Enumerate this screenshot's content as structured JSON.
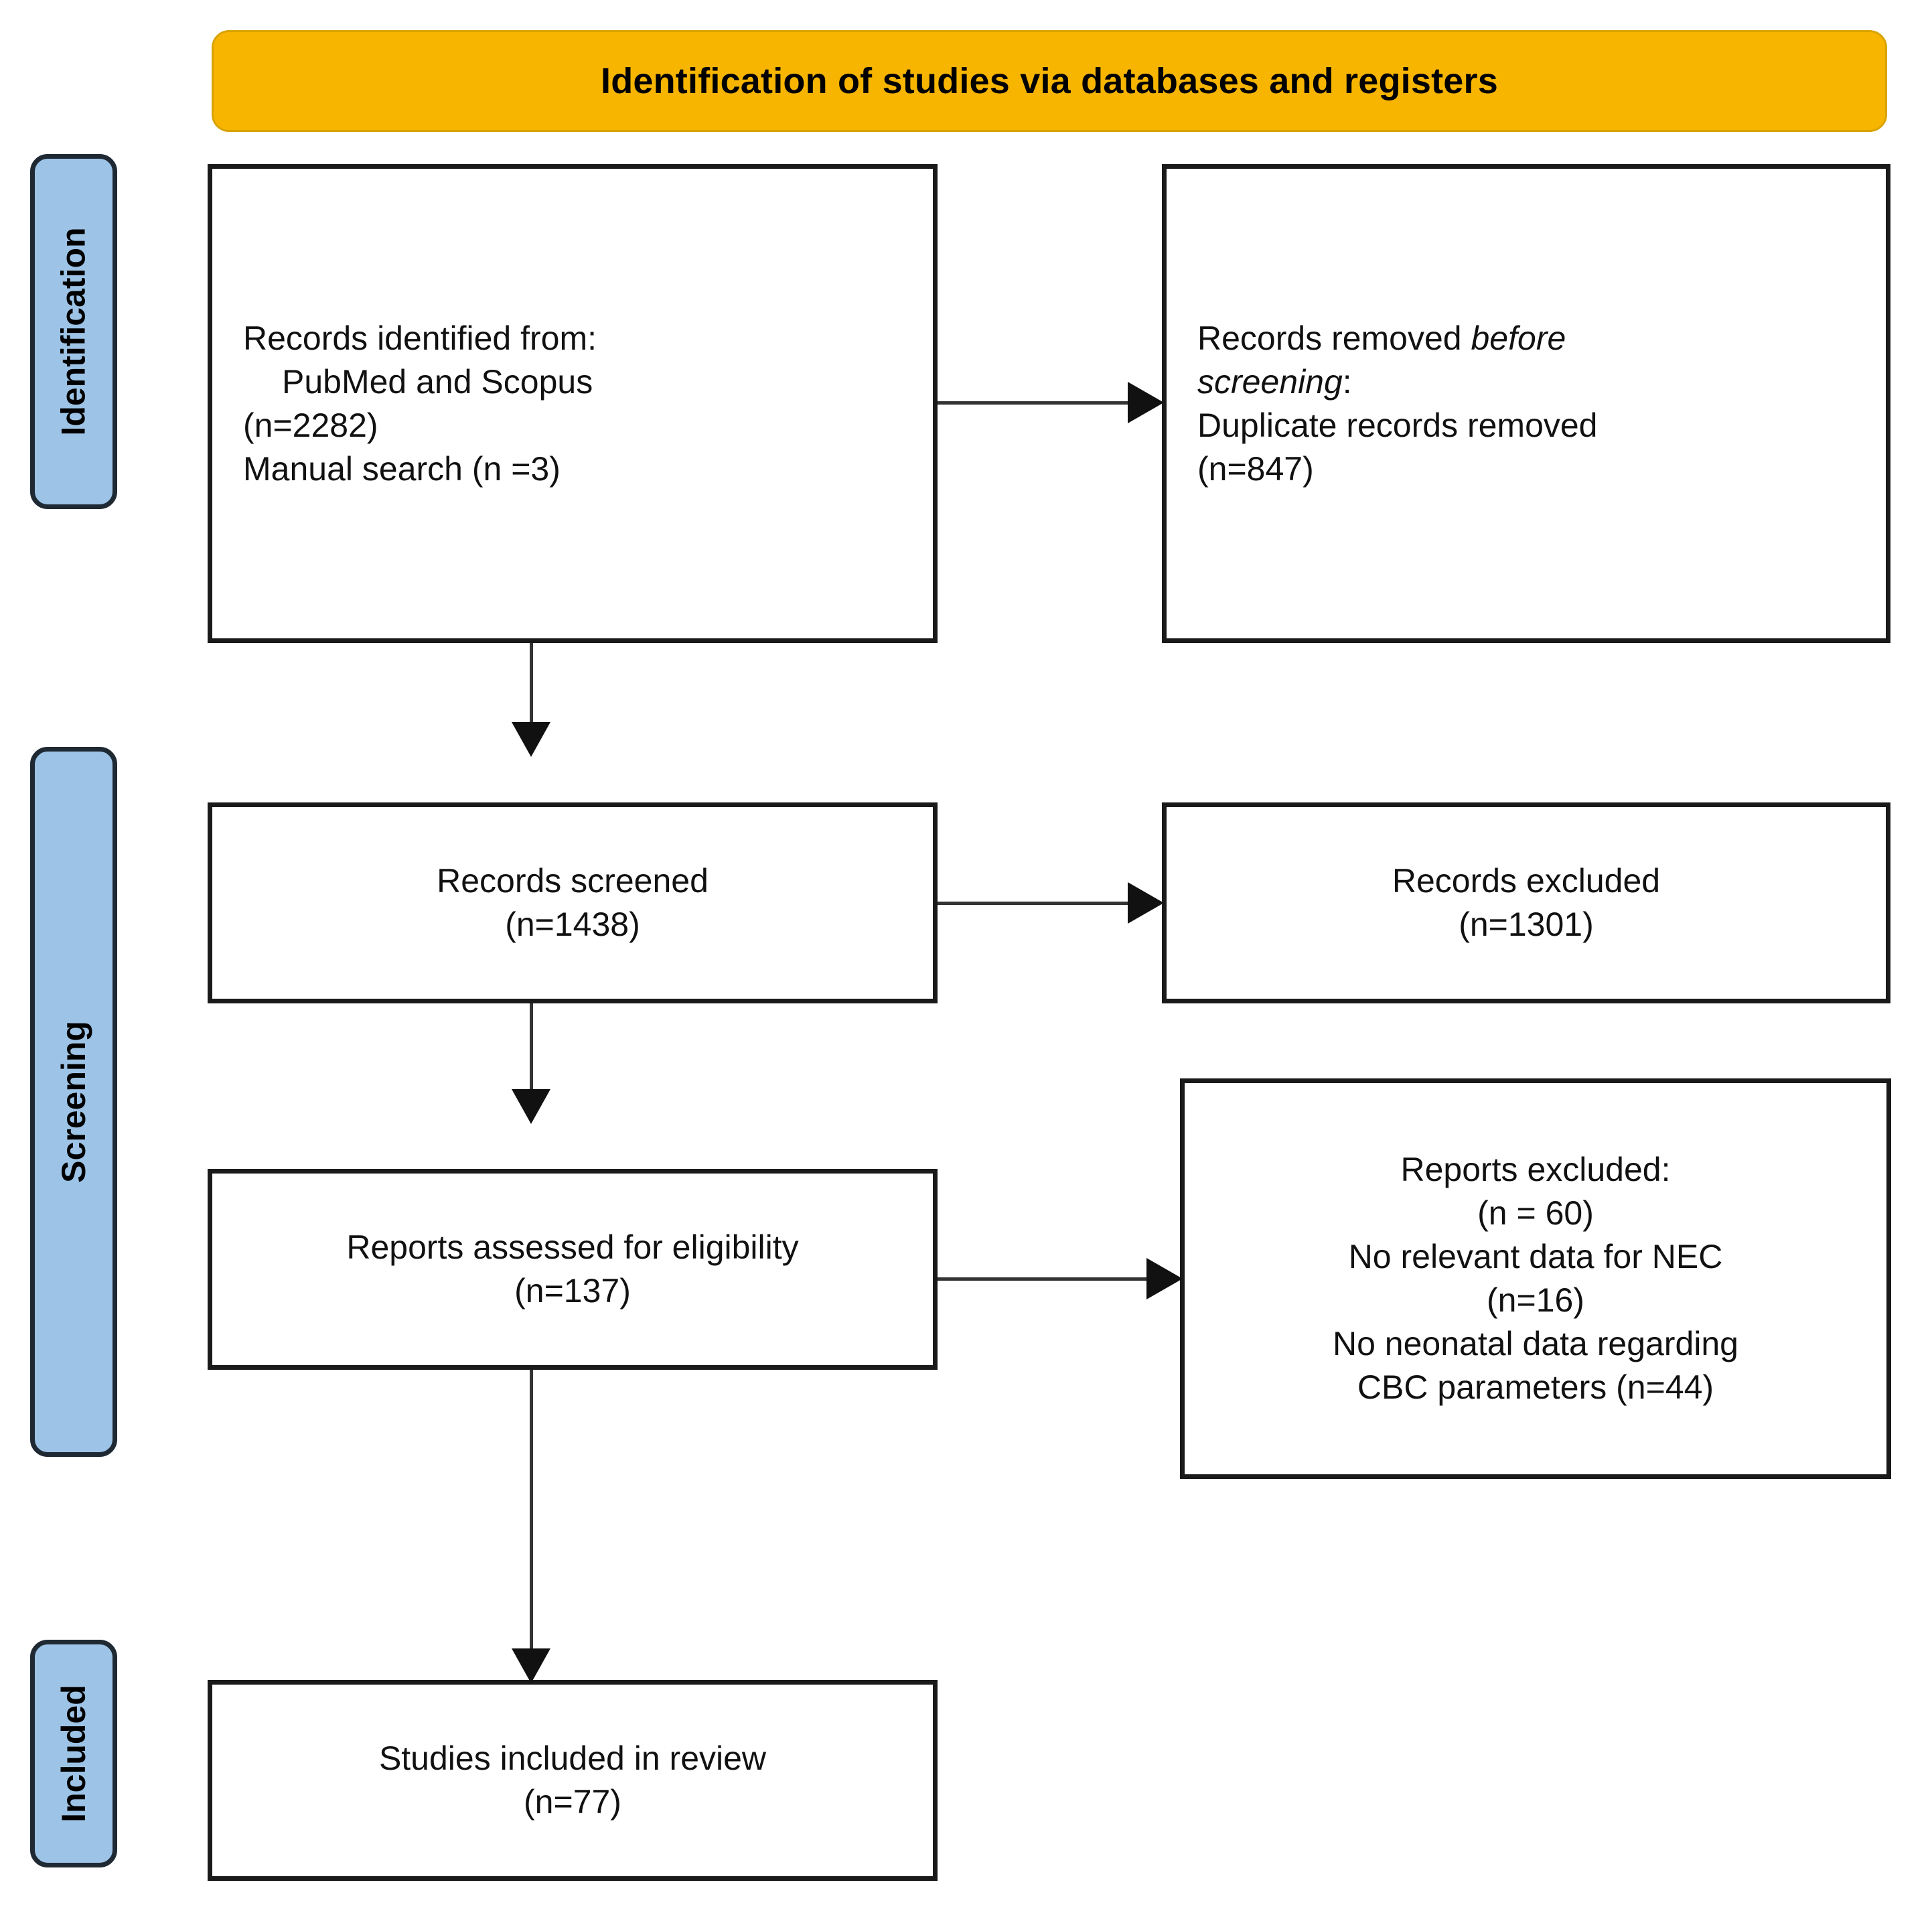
{
  "banner": {
    "title": "Identification of studies via databases and registers"
  },
  "stages": [
    {
      "id": "identification",
      "label": "Identification"
    },
    {
      "id": "screening",
      "label": "Screening"
    },
    {
      "id": "included",
      "label": "Included"
    }
  ],
  "boxes": {
    "identified": {
      "line1": "Records identified from:",
      "line2": "PubMed and Scopus",
      "line3": "(n=2282)",
      "line4": "Manual search (n =3)"
    },
    "removed": {
      "line1_prefix": "Records removed ",
      "line1_italic": "before",
      "line2_italic": "screening",
      "line2_suffix": ":",
      "line3": "Duplicate records removed",
      "line4": "(n=847)"
    },
    "screened": {
      "text": "Records screened\n(n=1438)"
    },
    "excluded": {
      "text": "Records excluded\n(n=1301)"
    },
    "eligibility": {
      "text": "Reports assessed for eligibility\n(n=137)"
    },
    "reports_excluded": {
      "text": "Reports excluded:\n(n = 60)\nNo relevant data for NEC\n(n=16)\nNo neonatal data regarding\nCBC parameters (n=44)"
    },
    "included_review": {
      "text": "Studies included in review\n(n=77)"
    }
  },
  "colors": {
    "banner_fill": "#F7B500",
    "stage_fill": "#9DC3E6",
    "box_border": "#1A1A1A",
    "arrow": "#111111"
  }
}
